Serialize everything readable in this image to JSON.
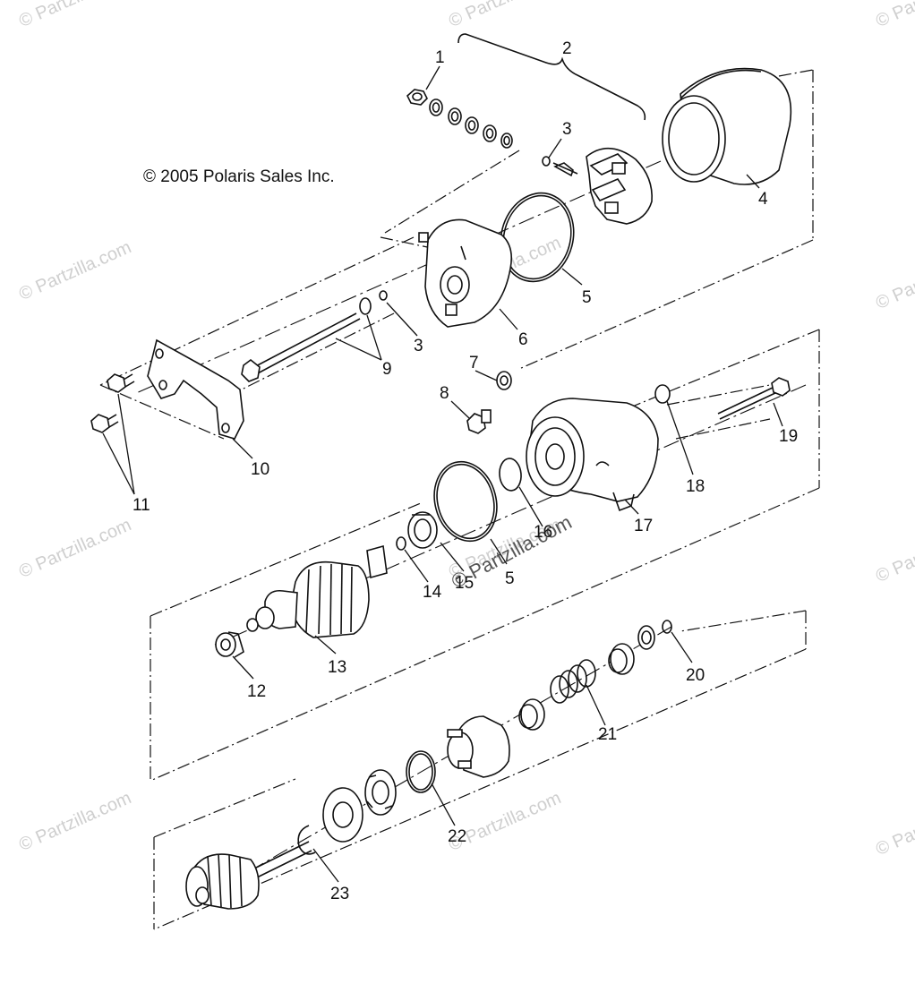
{
  "copyright": "© 2005 Polaris Sales Inc.",
  "watermark": "© Partzilla.com",
  "callouts": [
    "1",
    "2",
    "3",
    "3",
    "4",
    "5",
    "6",
    "7",
    "8",
    "9",
    "10",
    "11",
    "12",
    "13",
    "14",
    "15",
    "5",
    "16",
    "17",
    "18",
    "19",
    "20",
    "21",
    "22",
    "23"
  ]
}
